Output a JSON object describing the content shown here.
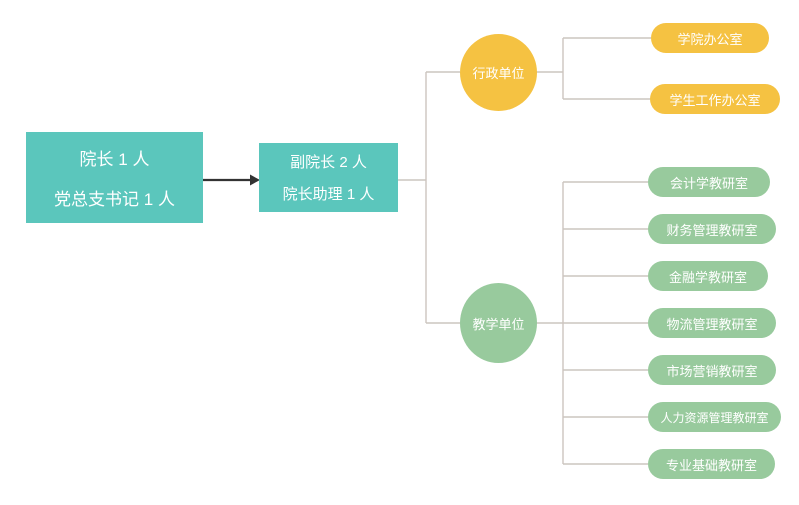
{
  "theme": {
    "teal": "#5bc6bc",
    "yellow": "#f5c242",
    "green": "#98ca9d",
    "line": "#ccc5bf",
    "arrow": "#333333",
    "text_on_shape": "#ffffff",
    "background": "#ffffff"
  },
  "diagram": {
    "type": "org-chart",
    "president": {
      "lines": [
        "院长 1 人",
        "党总支书记 1 人"
      ]
    },
    "deputy": {
      "lines": [
        "副院长 2 人",
        "院长助理 1 人"
      ]
    },
    "branches": [
      {
        "label": "行政单位",
        "children": [
          "学院办公室",
          "学生工作办公室"
        ]
      },
      {
        "label": "教学单位",
        "children": [
          "会计学教研室",
          "财务管理教研室",
          "金融学教研室",
          "物流管理教研室",
          "市场营销教研室",
          "人力资源管理教研室",
          "专业基础教研室"
        ]
      }
    ]
  }
}
